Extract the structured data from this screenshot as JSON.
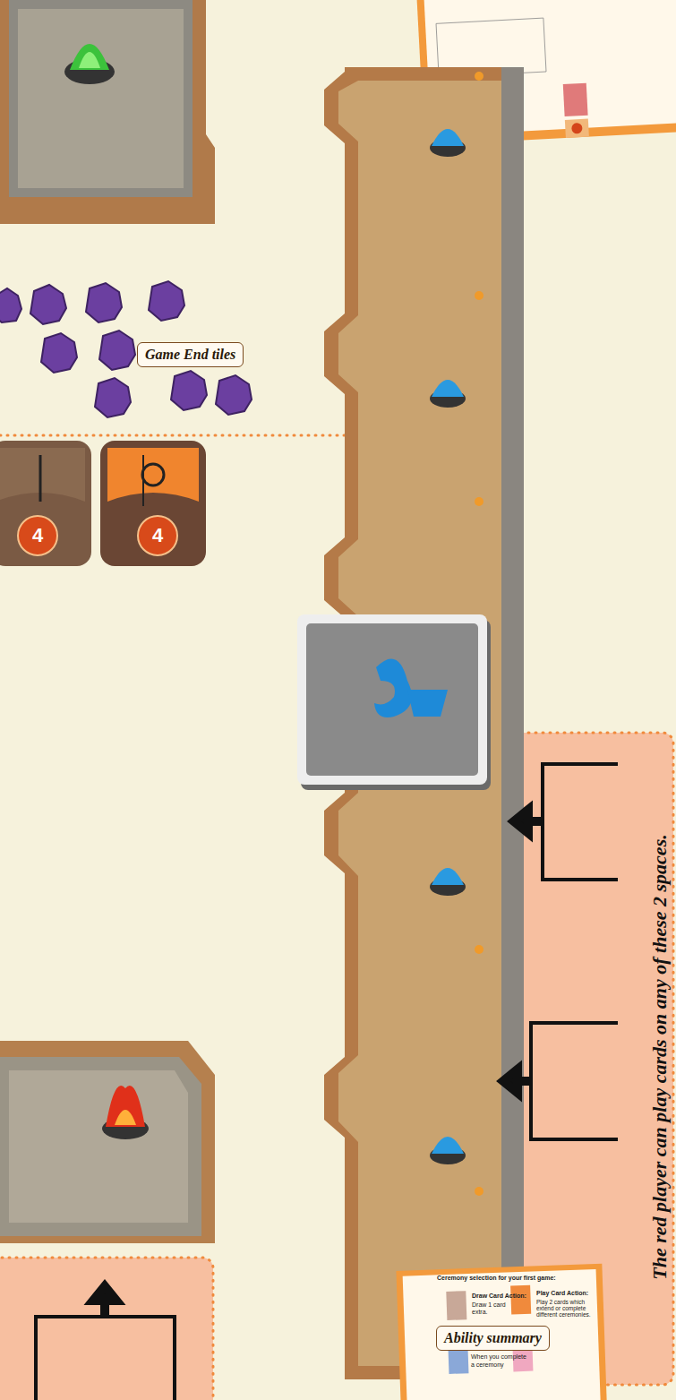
{
  "diagram": {
    "nodes": [
      {
        "text": [
          "Game End tiles"
        ]
      },
      {
        "text": [
          "Ability summary"
        ]
      },
      {
        "text": [
          "The red player can play cards on any of these 2 spaces."
        ]
      }
    ],
    "labels": [
      "4",
      "4",
      "Ceremony selection for your first game:",
      "Draw Card Action:",
      "Draw 1 card extra.",
      "Play Card Action:",
      "Play 2 cards which extend or complete different ceremonies.",
      "When you complete",
      "a ceremony"
    ]
  }
}
